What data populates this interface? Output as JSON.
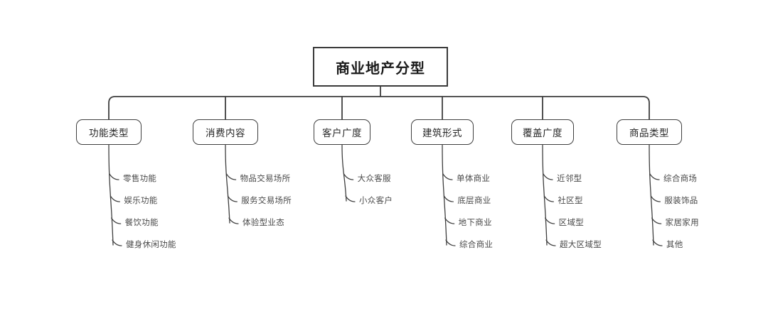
{
  "diagram": {
    "title": "商业地产分型",
    "type": "hierarchy-mindmap",
    "root": {
      "label": "商业地产分型"
    },
    "branches": [
      {
        "label": "功能类型",
        "leaves": [
          "零售功能",
          "娱乐功能",
          "餐饮功能",
          "健身休闲功能"
        ]
      },
      {
        "label": "消费内容",
        "leaves": [
          "物品交易场所",
          "服务交易场所",
          "体验型业态"
        ]
      },
      {
        "label": "客户广度",
        "leaves": [
          "大众客服",
          "小众客户"
        ]
      },
      {
        "label": "建筑形式",
        "leaves": [
          "单体商业",
          "底层商业",
          "地下商业",
          "综合商业"
        ]
      },
      {
        "label": "覆盖广度",
        "leaves": [
          "近邻型",
          "社区型",
          "区域型",
          "超大区域型"
        ]
      },
      {
        "label": "商品类型",
        "leaves": [
          "综合商场",
          "服装饰品",
          "家居家用",
          "其他"
        ]
      }
    ]
  },
  "style": {
    "background": "#ffffff",
    "line_color": "#3f3f3f",
    "root_border": "#3a3a3a",
    "root_text": "#1a1a1a",
    "branch_text": "#262626",
    "leaf_text": "#4a4a4a"
  }
}
